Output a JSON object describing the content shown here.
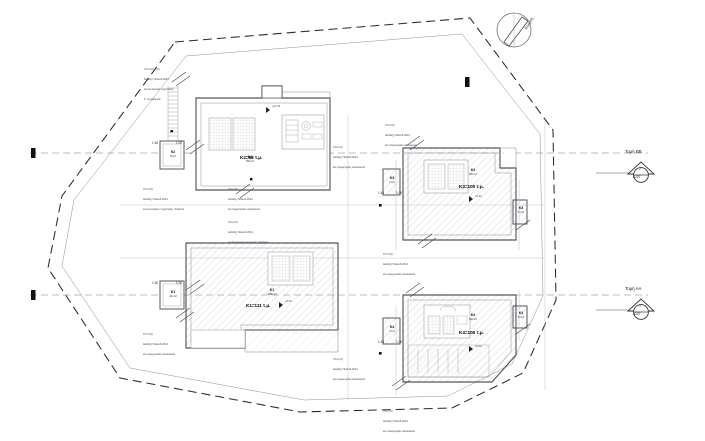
{
  "drawing": {
    "type": "architectural-site-plan",
    "north_arrow_label": "Βορράς"
  },
  "blocks": [
    {
      "id": "K2",
      "room_label": "K2",
      "room_area": "53 m²",
      "block_label": "K2=58 τ.μ.",
      "annex_label": "K2",
      "annex_area": "5 m²",
      "annex_dims": [
        "1.50",
        "1.00"
      ],
      "elev": "+27.15"
    },
    {
      "id": "K3",
      "room_label": "K3",
      "room_area": "90 m²",
      "block_label": "K3=100 τ.μ.",
      "annex_label": "K3",
      "annex_area": "7 m²",
      "annex_dims": [
        "1.40",
        "1.00"
      ],
      "elev": "+4.00",
      "side_label": "K3",
      "side_area": "3 m²"
    },
    {
      "id": "K1",
      "room_label": "K1",
      "room_area": "100 m²",
      "block_label": "K1=111 τ.μ.",
      "annex_label": "K1",
      "annex_area": "11 m²",
      "annex_dims": [
        "1.50",
        "1.00"
      ],
      "elev": "+0.00"
    },
    {
      "id": "K4",
      "room_label": "K4",
      "room_area": "90 m²",
      "block_label": "K4=100 τ.μ.",
      "annex_label": "K4",
      "annex_area": "7 m²",
      "annex_dims": [
        "1.43",
        "1.00"
      ],
      "elev": "+0.00",
      "side_label": "K4",
      "side_area": "3 m²"
    }
  ],
  "section_markers": [
    {
      "title": "Τομή ΒΒ",
      "number": "2",
      "sheet": "A107"
    },
    {
      "title": "Τομή ΑΑ",
      "number": "1",
      "sheet": "A107"
    }
  ],
  "callouts": [
    {
      "code": "3.5.2 (β) 4 (α)",
      "l2": "Διάταξη Πολεοδ.2014",
      "l3": "και εξωτερικές τοιχοποιίες,",
      "l4": "δ. περιμετρικά."
    },
    {
      "code": "3.5.2 (δ)",
      "l2": "Διάταξη Πολεοδ.2014",
      "l3": "και εσωτερικές τοιχοποιίες, διαίρεση"
    },
    {
      "code": "3.5.2 (δ)",
      "l2": "Διάταξη Πολεοδ.2014",
      "l3": "και περιμετρικές κατασκευές"
    },
    {
      "code": "3.5.2 (δ)",
      "l2": "Διάταξη Πολεοδ.2014",
      "l3": "και εξωτερικές τοιχοποιίες, διαίρεση"
    },
    {
      "code": "3.5.2 (δ)",
      "l2": "Διάταξη Πολεοδ.2014",
      "l3": "και περιμετρικές κατασκευές"
    },
    {
      "code": "3.5.2 (δ)",
      "l2": "Διάταξη Πολεοδ.2014",
      "l3": "και περιμετρικές κατασκευές"
    },
    {
      "code": "3.5.2 (δ)",
      "l2": "Διάταξη Πολεοδ.2014",
      "l3": "και περιμετρικές κατασκευές,",
      "l4": "εξωτερικές"
    },
    {
      "code": "3.5.2 (δ)",
      "l2": "Διάταξη Πολεοδ.2014",
      "l3": "και περιμετρικές κατασκευές"
    },
    {
      "code": "3.5.2 (δ)",
      "l2": "Διάταξη Πολεοδ.2014",
      "l3": "και περιμετρικές κατασκευές"
    }
  ],
  "dimensions": {
    "k2_annex": [
      "1.50",
      "1.00"
    ],
    "k1_annex": [
      "1.50",
      "1.00"
    ],
    "k3_annex": [
      "1.40",
      "1.00"
    ],
    "k4_annex": [
      "1.43",
      "1.00"
    ]
  },
  "colors": {
    "line": "#6f6f78",
    "line_dark": "#2a2a2a",
    "hatch": "#b9b9c4",
    "text": "#1a1a1a",
    "annotation": "#3a3a56",
    "paper": "#ffffff"
  }
}
